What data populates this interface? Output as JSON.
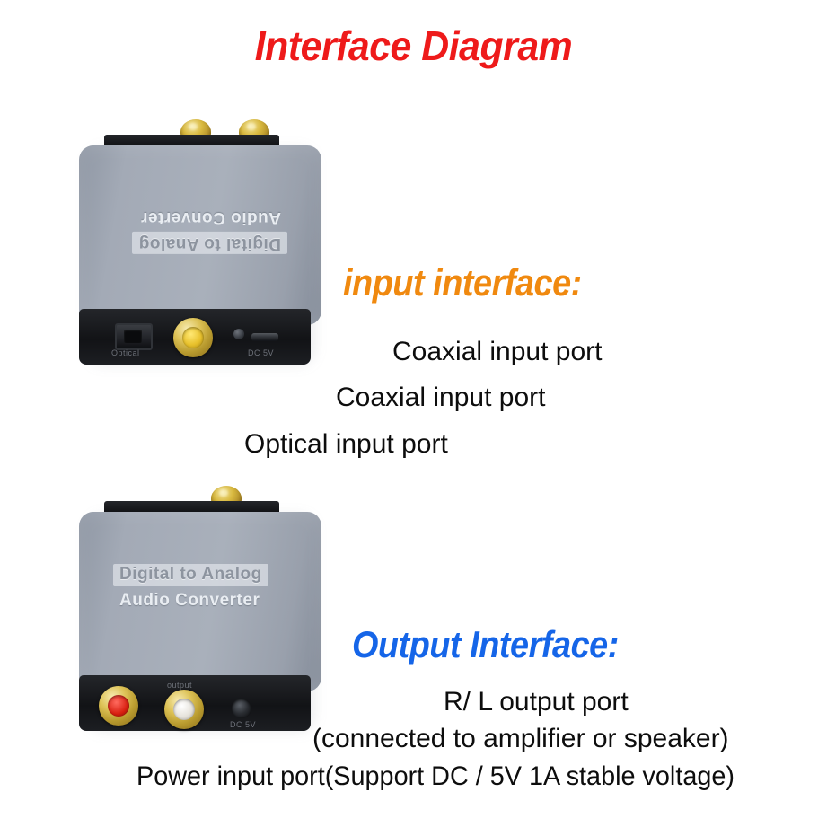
{
  "page": {
    "title": "Interface Diagram",
    "background_color": "#ffffff"
  },
  "colors": {
    "title_red": "#ee1a1a",
    "input_orange": "#f0890f",
    "output_blue": "#1565e8",
    "caption_black": "#0d0d0d",
    "device_body_gray": "#a3aab6",
    "device_panel_black": "#17191d",
    "jack_gold": "#d9b93f",
    "jack_red": "#d81f10",
    "jack_white": "#e6e3dc"
  },
  "sections": {
    "input": {
      "heading": "input interface:",
      "captions": [
        "Coaxial input port",
        "Coaxial input port",
        "Optical input port"
      ]
    },
    "output": {
      "heading": "Output Interface:",
      "captions": [
        "R/ L output port",
        "(connected to amplifier or speaker)",
        "Power input port(Support DC / 5V 1A stable voltage)"
      ]
    }
  },
  "devices": {
    "top": {
      "orientation": "upside-down",
      "brand_line_1": "Digital to Analog",
      "brand_line_2": "Audio Converter",
      "panel_etch_left": "Optical",
      "panel_etch_right": "DC 5V",
      "ports": [
        "optical-input-port",
        "coaxial-input-port",
        "power-led",
        "micro-usb-power-port",
        "rca-jack-left",
        "rca-jack-right"
      ]
    },
    "bottom": {
      "orientation": "upright",
      "brand_line_1": "Digital to Analog",
      "brand_line_2": "Audio Converter",
      "panel_etch_center": "output",
      "panel_etch_right": "DC 5V",
      "ports": [
        "rca-output-right-red",
        "rca-output-left-white",
        "dc-power-input-port",
        "coaxial-jack-top"
      ]
    }
  }
}
